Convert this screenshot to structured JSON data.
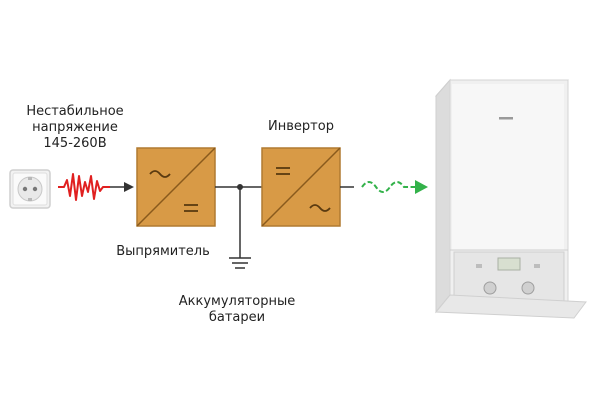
{
  "labels": {
    "unstable_line1": "Нестабильное",
    "unstable_line2": "напряжение",
    "unstable_line3": "145-260В",
    "inverter": "Инвертор",
    "rectifier": "Выпрямитель",
    "batteries_line1": "Аккумуляторные",
    "batteries_line2": "батареи"
  },
  "colors": {
    "block_fill": "#d89a46",
    "block_stroke": "#b07a30",
    "noisy_signal": "#e02020",
    "clean_signal": "#33b24a",
    "wire": "#333333"
  },
  "icons": {
    "socket": "power-socket-icon",
    "boiler": "gas-boiler-icon"
  }
}
